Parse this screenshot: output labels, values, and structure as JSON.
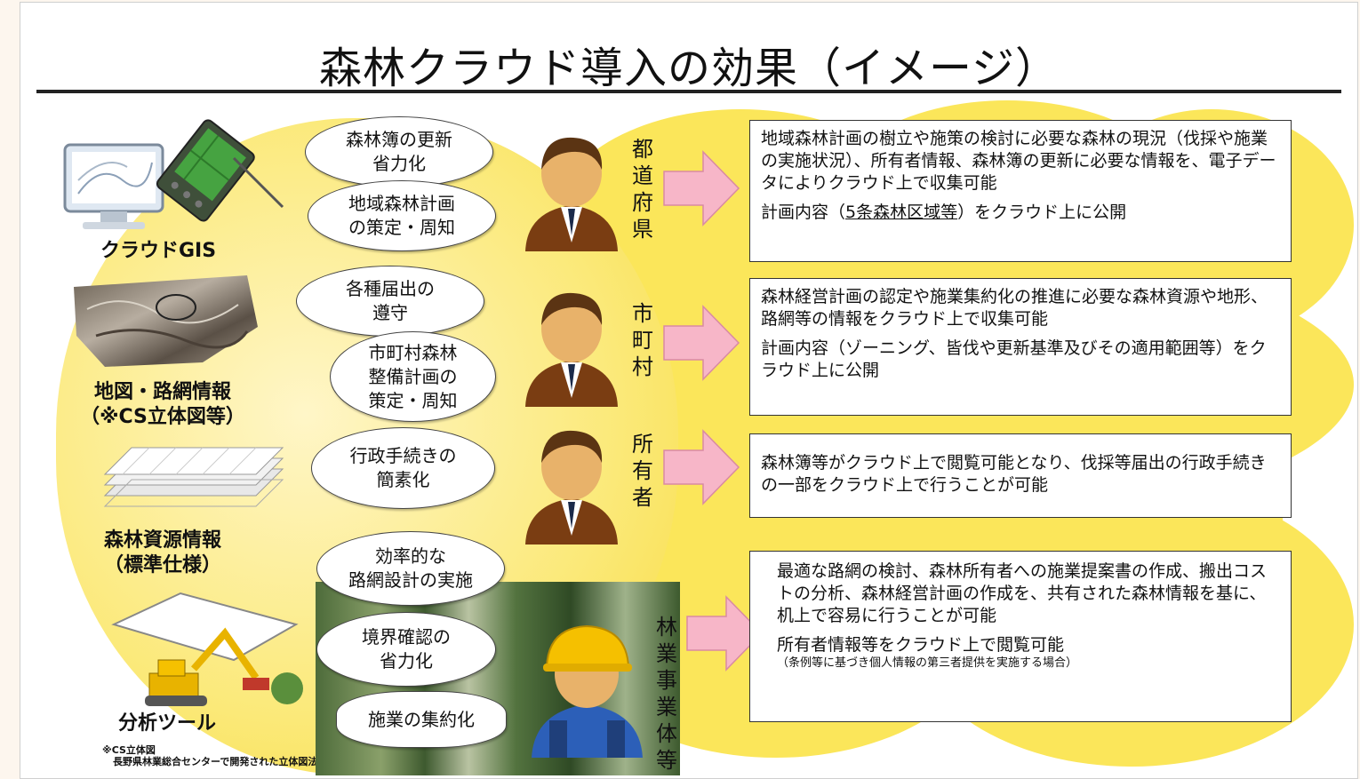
{
  "title": "森林クラウド導入の効果（イメージ）",
  "left_items": [
    {
      "label": "クラウドGIS",
      "icon": "cloud-gis-icon"
    },
    {
      "label": "地図・路網情報\n（※CS立体図等）",
      "icon": "terrain-map-icon"
    },
    {
      "label": "森林資源情報\n（標準仕様）",
      "icon": "data-sheets-icon"
    },
    {
      "label": "分析ツール",
      "icon": "excavator-icon"
    }
  ],
  "note": {
    "line1": "※CS立体図",
    "line2": "長野県林業総合センターで開発された立体図法"
  },
  "rows": [
    {
      "actor": "都\n道\n府\n県",
      "bubbles": [
        "森林簿の更新\n省力化",
        "地域森林計画\nの策定・周知"
      ],
      "box_p1": "地域森林計画の樹立や施策の検討に必要な森林の現況（伐採や施業の実施状況）、所有者情報、森林簿の更新に必要な情報を、電子データによりクラウド上で収集可能",
      "box_p2_pre": "計画内容（",
      "box_p2_u": "5条森林区域等",
      "box_p2_post": "）をクラウド上に公開"
    },
    {
      "actor": "市\n町\n村",
      "bubbles": [
        "各種届出の\n遵守",
        "市町村森林\n整備計画の\n策定・周知"
      ],
      "box_p1": "森林経営計画の認定や施業集約化の推進に必要な森林資源や地形、路網等の情報をクラウド上で収集可能",
      "box_p2": "計画内容（ゾーニング、皆伐や更新基準及びその適用範囲等）をクラウド上に公開"
    },
    {
      "actor": "所\n有\n者",
      "bubbles": [
        "行政手続きの\n簡素化"
      ],
      "box_p1": "森林簿等がクラウド上で閲覧可能となり、伐採等届出の行政手続きの一部をクラウド上で行うことが可能"
    },
    {
      "actor": "林\n業\n事\n業\n体\n等",
      "bubbles": [
        "効率的な\n路網設計の実施",
        "境界確認の\n省力化",
        "施業の集約化"
      ],
      "box_p1": "最適な路網の検討、森林所有者への施業提案書の作成、搬出コストの分析、森林経営計画の作成を、共有された森林情報を基に、机上で容易に行うことが可能",
      "box_p2": "所有者情報等をクラウド上で閲覧可能",
      "box_p3": "（条例等に基づき個人情報の第三者提供を実施する場合）"
    }
  ],
  "colors": {
    "cloud": "#fbe65a",
    "arrow": "#f7b6c8",
    "suit": "#7a3d12",
    "helmet": "#f5c000"
  }
}
